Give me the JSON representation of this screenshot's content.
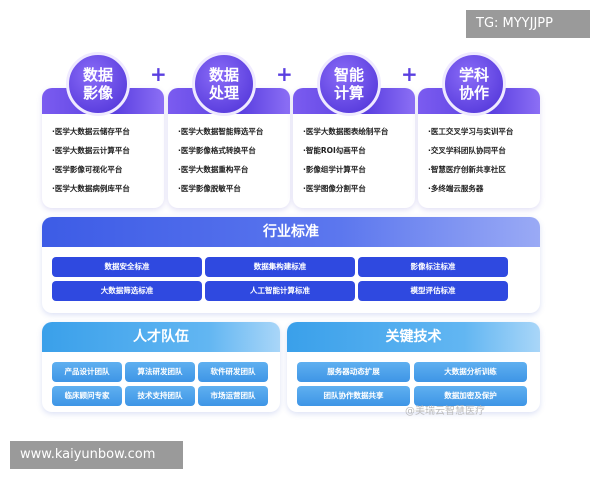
{
  "overlay_top": "TG: MYYJJPP",
  "overlay_bottom": "www.kaiyunbow.com",
  "watermark": "@美瑞云智慧医疗",
  "plus_sign": "+",
  "cards": [
    {
      "title1": "数据",
      "title2": "影像",
      "items": [
        "·医学大数据云储存平台",
        "·医学大数据云计算平台",
        "·医学影像可视化平台",
        "·医学大数据病例库平台"
      ]
    },
    {
      "title1": "数据",
      "title2": "处理",
      "items": [
        "·医学大数据智能筛选平台",
        "·医学影像格式转换平台",
        "·医学大数据重构平台",
        "·医学影像脱敏平台"
      ]
    },
    {
      "title1": "智能",
      "title2": "计算",
      "items": [
        "·医学大数据图表绘制平台",
        "·智能ROI勾画平台",
        "·影像组学计算平台",
        "·医学图像分割平台"
      ]
    },
    {
      "title1": "学科",
      "title2": "协作",
      "items": [
        "·医工交叉学习与实训平台",
        "·交叉学科团队协同平台",
        "·智慧医疗创新共享社区",
        "·多终端云服务器"
      ]
    }
  ],
  "standards": {
    "title": "行业标准",
    "items": [
      "数据安全标准",
      "数据集构建标准",
      "影像标注标准",
      "大数据筛选标准",
      "人工智能计算标准",
      "模型评估标准"
    ]
  },
  "talent": {
    "title": "人才队伍",
    "items": [
      "产品设计团队",
      "算法研发团队",
      "软件研发团队",
      "临床顾问专家",
      "技术支持团队",
      "市场运营团队"
    ]
  },
  "tech": {
    "title": "关键技术",
    "items": [
      "服务器动态扩展",
      "大数据分析训练",
      "团队协作数据共享",
      "数据加密及保护"
    ]
  },
  "colors": {
    "purple": "#5a3fe0",
    "standard_blue": "#2f49e0",
    "light_blue": "#3e95e6"
  }
}
